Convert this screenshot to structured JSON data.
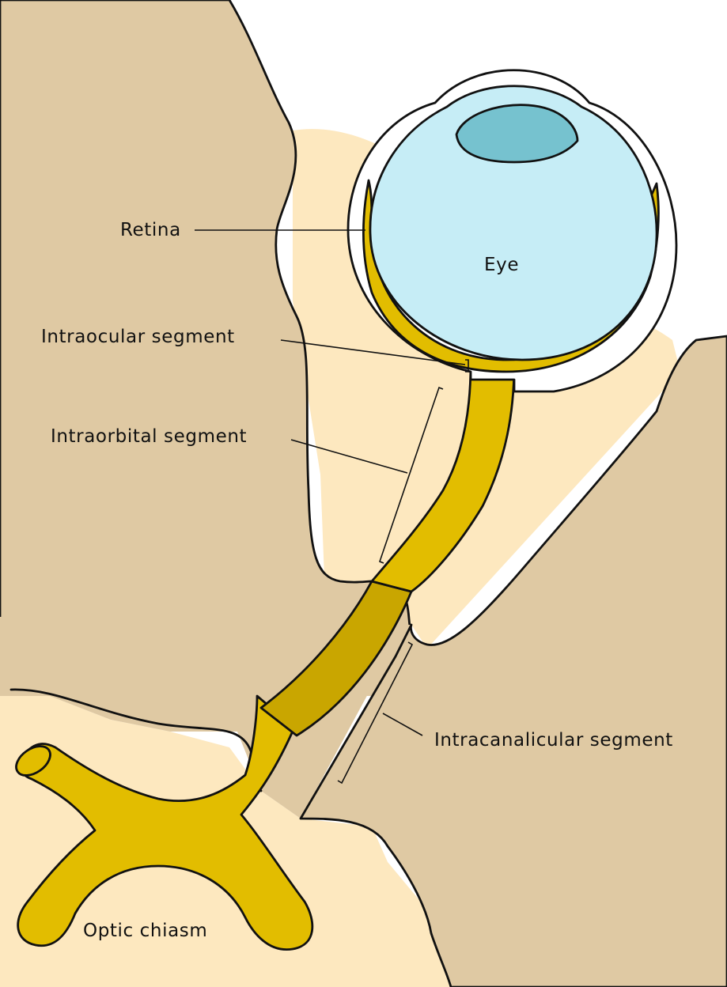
{
  "labels": {
    "retina": "Retina",
    "eye": "Eye",
    "intraocular": "Intraocular segment",
    "intraorbital": "Intraorbital segment",
    "intracanalicular": "Intracanalicular segment",
    "chiasm": "Optic chiasm"
  },
  "colors": {
    "bone": "#dfc9a3",
    "soft_tissue": "#fde8bf",
    "nerve": "#e2bd00",
    "nerve_canal": "#c9a600",
    "eye_interior": "#c6edf6",
    "lens": "#76c2cf",
    "outline": "#111111"
  }
}
